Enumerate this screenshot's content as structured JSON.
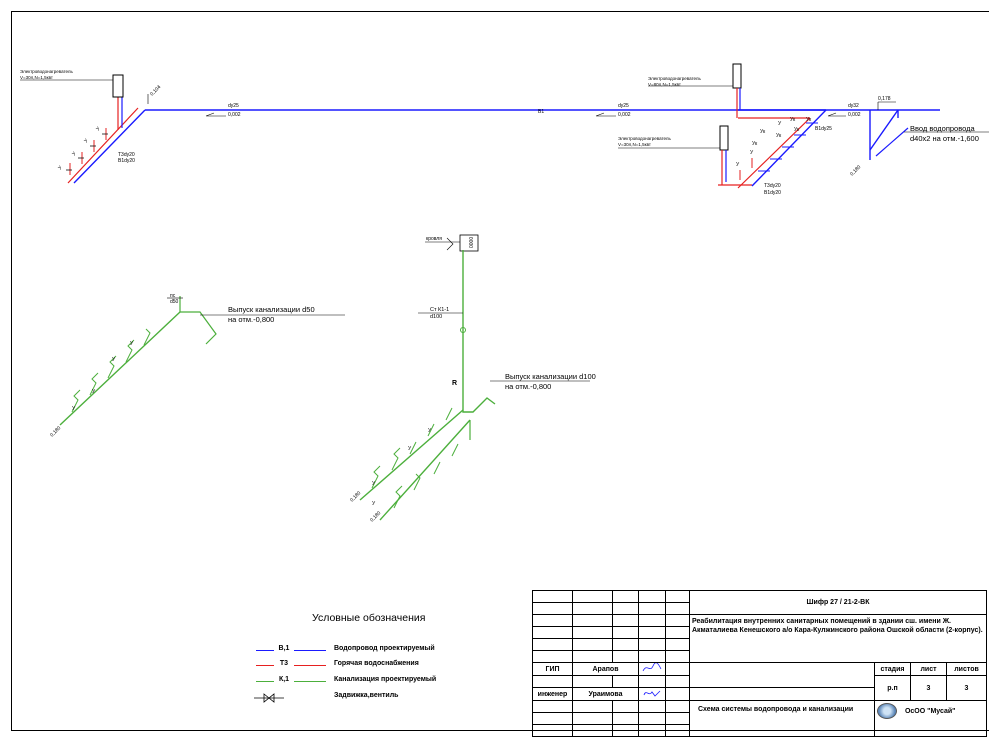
{
  "colors": {
    "water": "#1a1aff",
    "hot": "#e62020",
    "sewer": "#4caf3c",
    "ink": "#000000"
  },
  "scheme": {
    "heater_left": {
      "name": "Электроводонагреватель",
      "spec": "V=30л,N=1,5квт"
    },
    "heater_right_top": {
      "name": "Электроводонагреватель",
      "spec": "V=80л,N=1,5квт"
    },
    "heater_right_low": {
      "name": "Электроводонагреватель",
      "spec": "V=30л,N=1,5квт"
    },
    "pipe_labels": {
      "dy25_a": "dy25",
      "slope_a": "0,002",
      "b1": "В1",
      "dy25_b": "dy25",
      "slope_b": "0,002",
      "dy32": "dy32",
      "slope_c": "0,002",
      "mark_104": "0,104",
      "mark_178": "0,178",
      "mark_180": "0,180",
      "t3dy20_l": "Т3dy20",
      "b1dy20_l": "В1dy20",
      "b1dy25": "В1dy25",
      "t3dy20_r": "Т3dy20",
      "b1dy20_r": "В1dy20",
      "y": "У",
      "yk": "Ук"
    },
    "water_input": {
      "line1": "Ввод водопровода",
      "line2": "d40х2 на отм.-1,600"
    },
    "roof": {
      "label": "кровля",
      "mark": "0000"
    },
    "riser": {
      "name": "Ст К1-1",
      "dia": "d100",
      "r": "R"
    },
    "sewer_left": {
      "line1": "Выпуск канализации d50",
      "line2": "на отм.-0,800",
      "ps": "пс",
      "d50": "d50"
    },
    "sewer_right": {
      "line1": "Выпуск канализации d100",
      "line2": "на отм.-0,800"
    }
  },
  "legend": {
    "title": "Условные обозначения",
    "items": [
      {
        "code": "В,1",
        "text": "Водопровод проектируемый",
        "color": "#1a1aff"
      },
      {
        "code": "Т3",
        "text": "Горячая водоснабжения",
        "color": "#e62020"
      },
      {
        "code": "К,1",
        "text": "Канализация проектируемый",
        "color": "#4caf3c"
      },
      {
        "code": "",
        "text": "Задвижка,вентиль",
        "color": "#000000"
      }
    ]
  },
  "stamp": {
    "cipher": "Шифр 27 / 21-2-ВК",
    "project": "Реабилитация внутренних санитарных помещений в здании сш. имени Ж. Акматалиева Кенешского а/о Кара-Кулжинского района Ошской области (2-корпус).",
    "role1": "ГИП",
    "name1": "Арапов",
    "role2": "инженер",
    "name2": "Ураимова",
    "stage_h": "стадия",
    "sheet_h": "лист",
    "sheets_h": "листов",
    "stage": "р.п",
    "sheet": "3",
    "sheets": "3",
    "drawing": "Схема системы водопровода и канализации",
    "company": "ОсОО \"Мусай\""
  }
}
